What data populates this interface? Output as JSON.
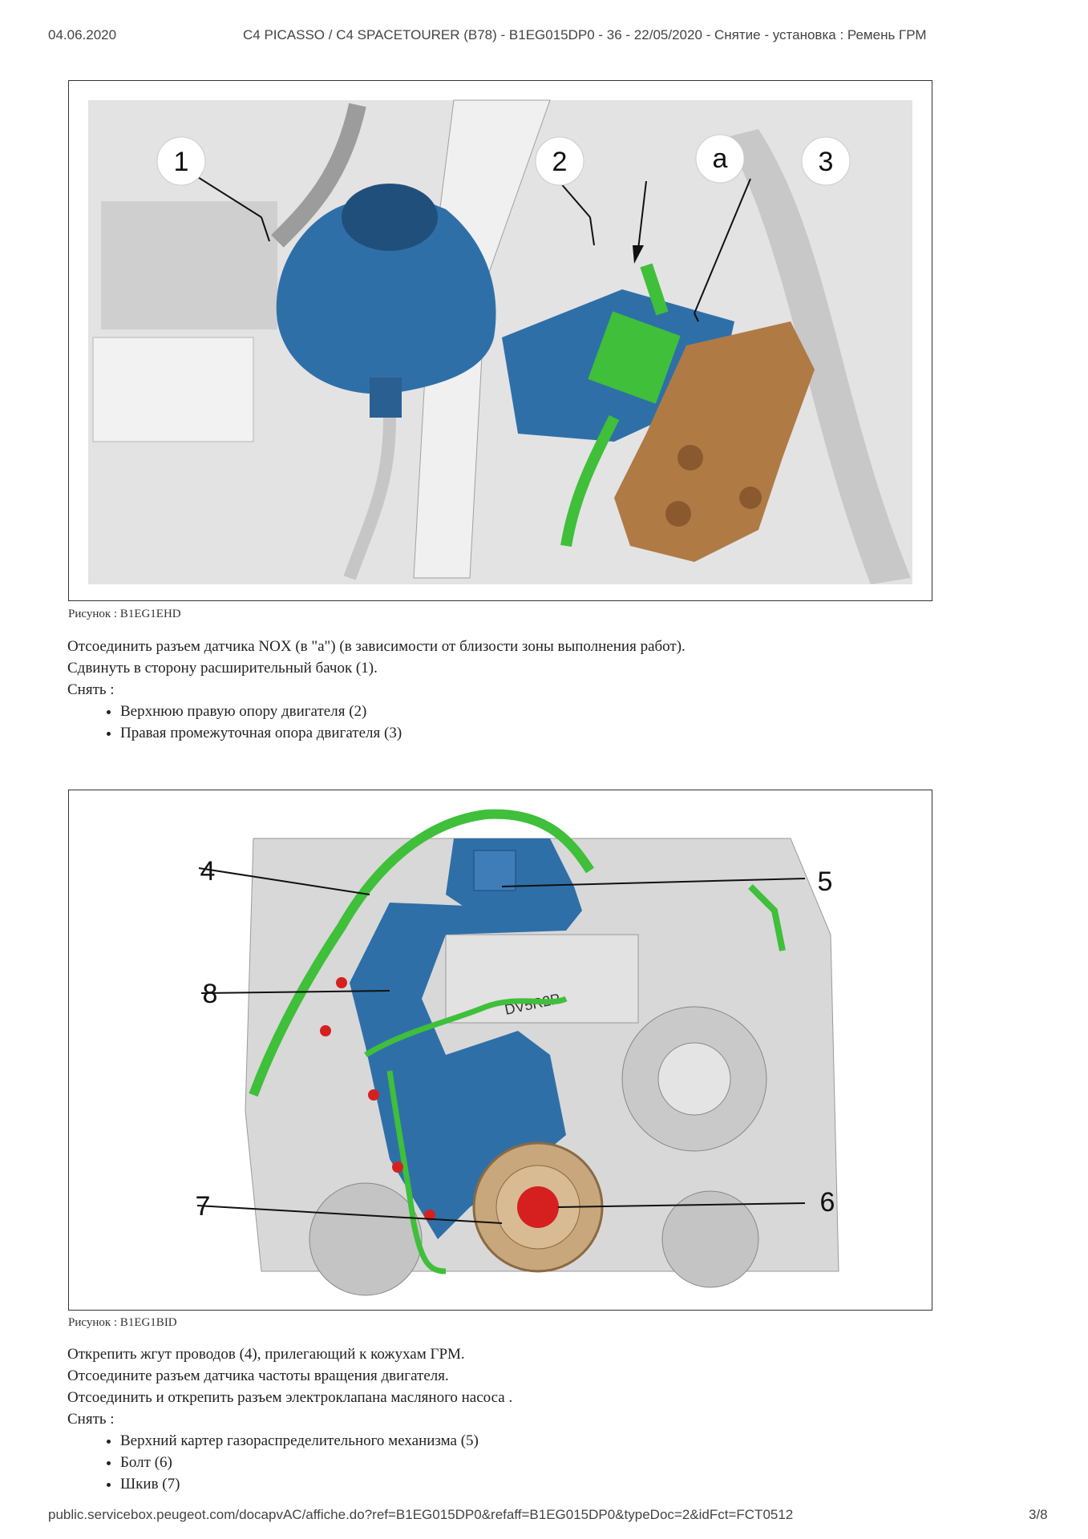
{
  "header": {
    "date": "04.06.2020",
    "title": "C4 PICASSO / C4 SPACETOURER (B78) - B1EG015DP0 - 36 - 22/05/2020 - Снятие - установка : Ремень ГРМ"
  },
  "figure1": {
    "caption": "Рисунок : B1EG1EHD",
    "callouts": [
      "1",
      "2",
      "a",
      "3"
    ]
  },
  "section1": {
    "lines": [
      "Отсоединить разъем датчика NOX (в \"a\") (в зависимости от близости зоны выполнения работ).",
      "Сдвинуть в сторону расширительный бачок (1).",
      "Снять :"
    ],
    "items": [
      "Верхнюю правую опору двигателя (2)",
      "Правая промежуточная опора двигателя (3)"
    ]
  },
  "figure2": {
    "caption": "Рисунок : B1EG1BID",
    "callouts": [
      "4",
      "5",
      "8",
      "6",
      "7"
    ],
    "engine_code": "DV5R2P"
  },
  "section2": {
    "lines": [
      "Открепить жгут проводов (4), прилегающий к кожухам ГРМ.",
      "Отсоедините разъем датчика частоты вращения двигателя.",
      "Отсоединить и открепить разъем электроклапана масляного насоса .",
      "Снять :"
    ],
    "items": [
      "Верхний картер газораспределительного механизма (5)",
      "Болт (6)",
      "Шкив (7)"
    ]
  },
  "footer": {
    "url": "public.servicebox.peugeot.com/docapvAC/affiche.do?ref=B1EG015DP0&refaff=B1EG015DP0&typeDoc=2&idFct=FCT0512",
    "page": "3/8"
  },
  "colors": {
    "blue_part": "#2f6fa8",
    "green_part": "#3fbf3a",
    "bronze_part": "#b07a45",
    "red_part": "#d62020",
    "background_engine": "#d8d8d8"
  }
}
